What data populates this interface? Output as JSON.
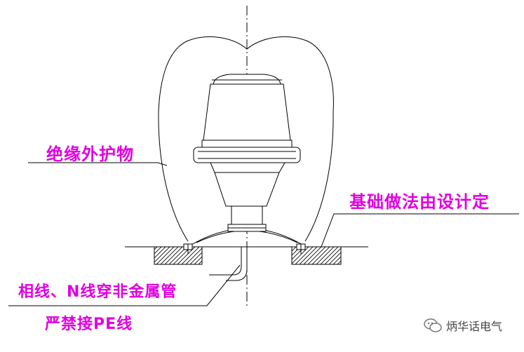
{
  "labels": {
    "insulation": "绝缘外护物",
    "foundation": "基础做法由设计定",
    "phase_wire": "相线、N线穿非金属管",
    "pe_forbidden": "严禁接PE线"
  },
  "watermark": {
    "text": "炳华话电气",
    "icon": "wechat-icon"
  },
  "colors": {
    "label": "#e000e0",
    "line": "#000000"
  }
}
